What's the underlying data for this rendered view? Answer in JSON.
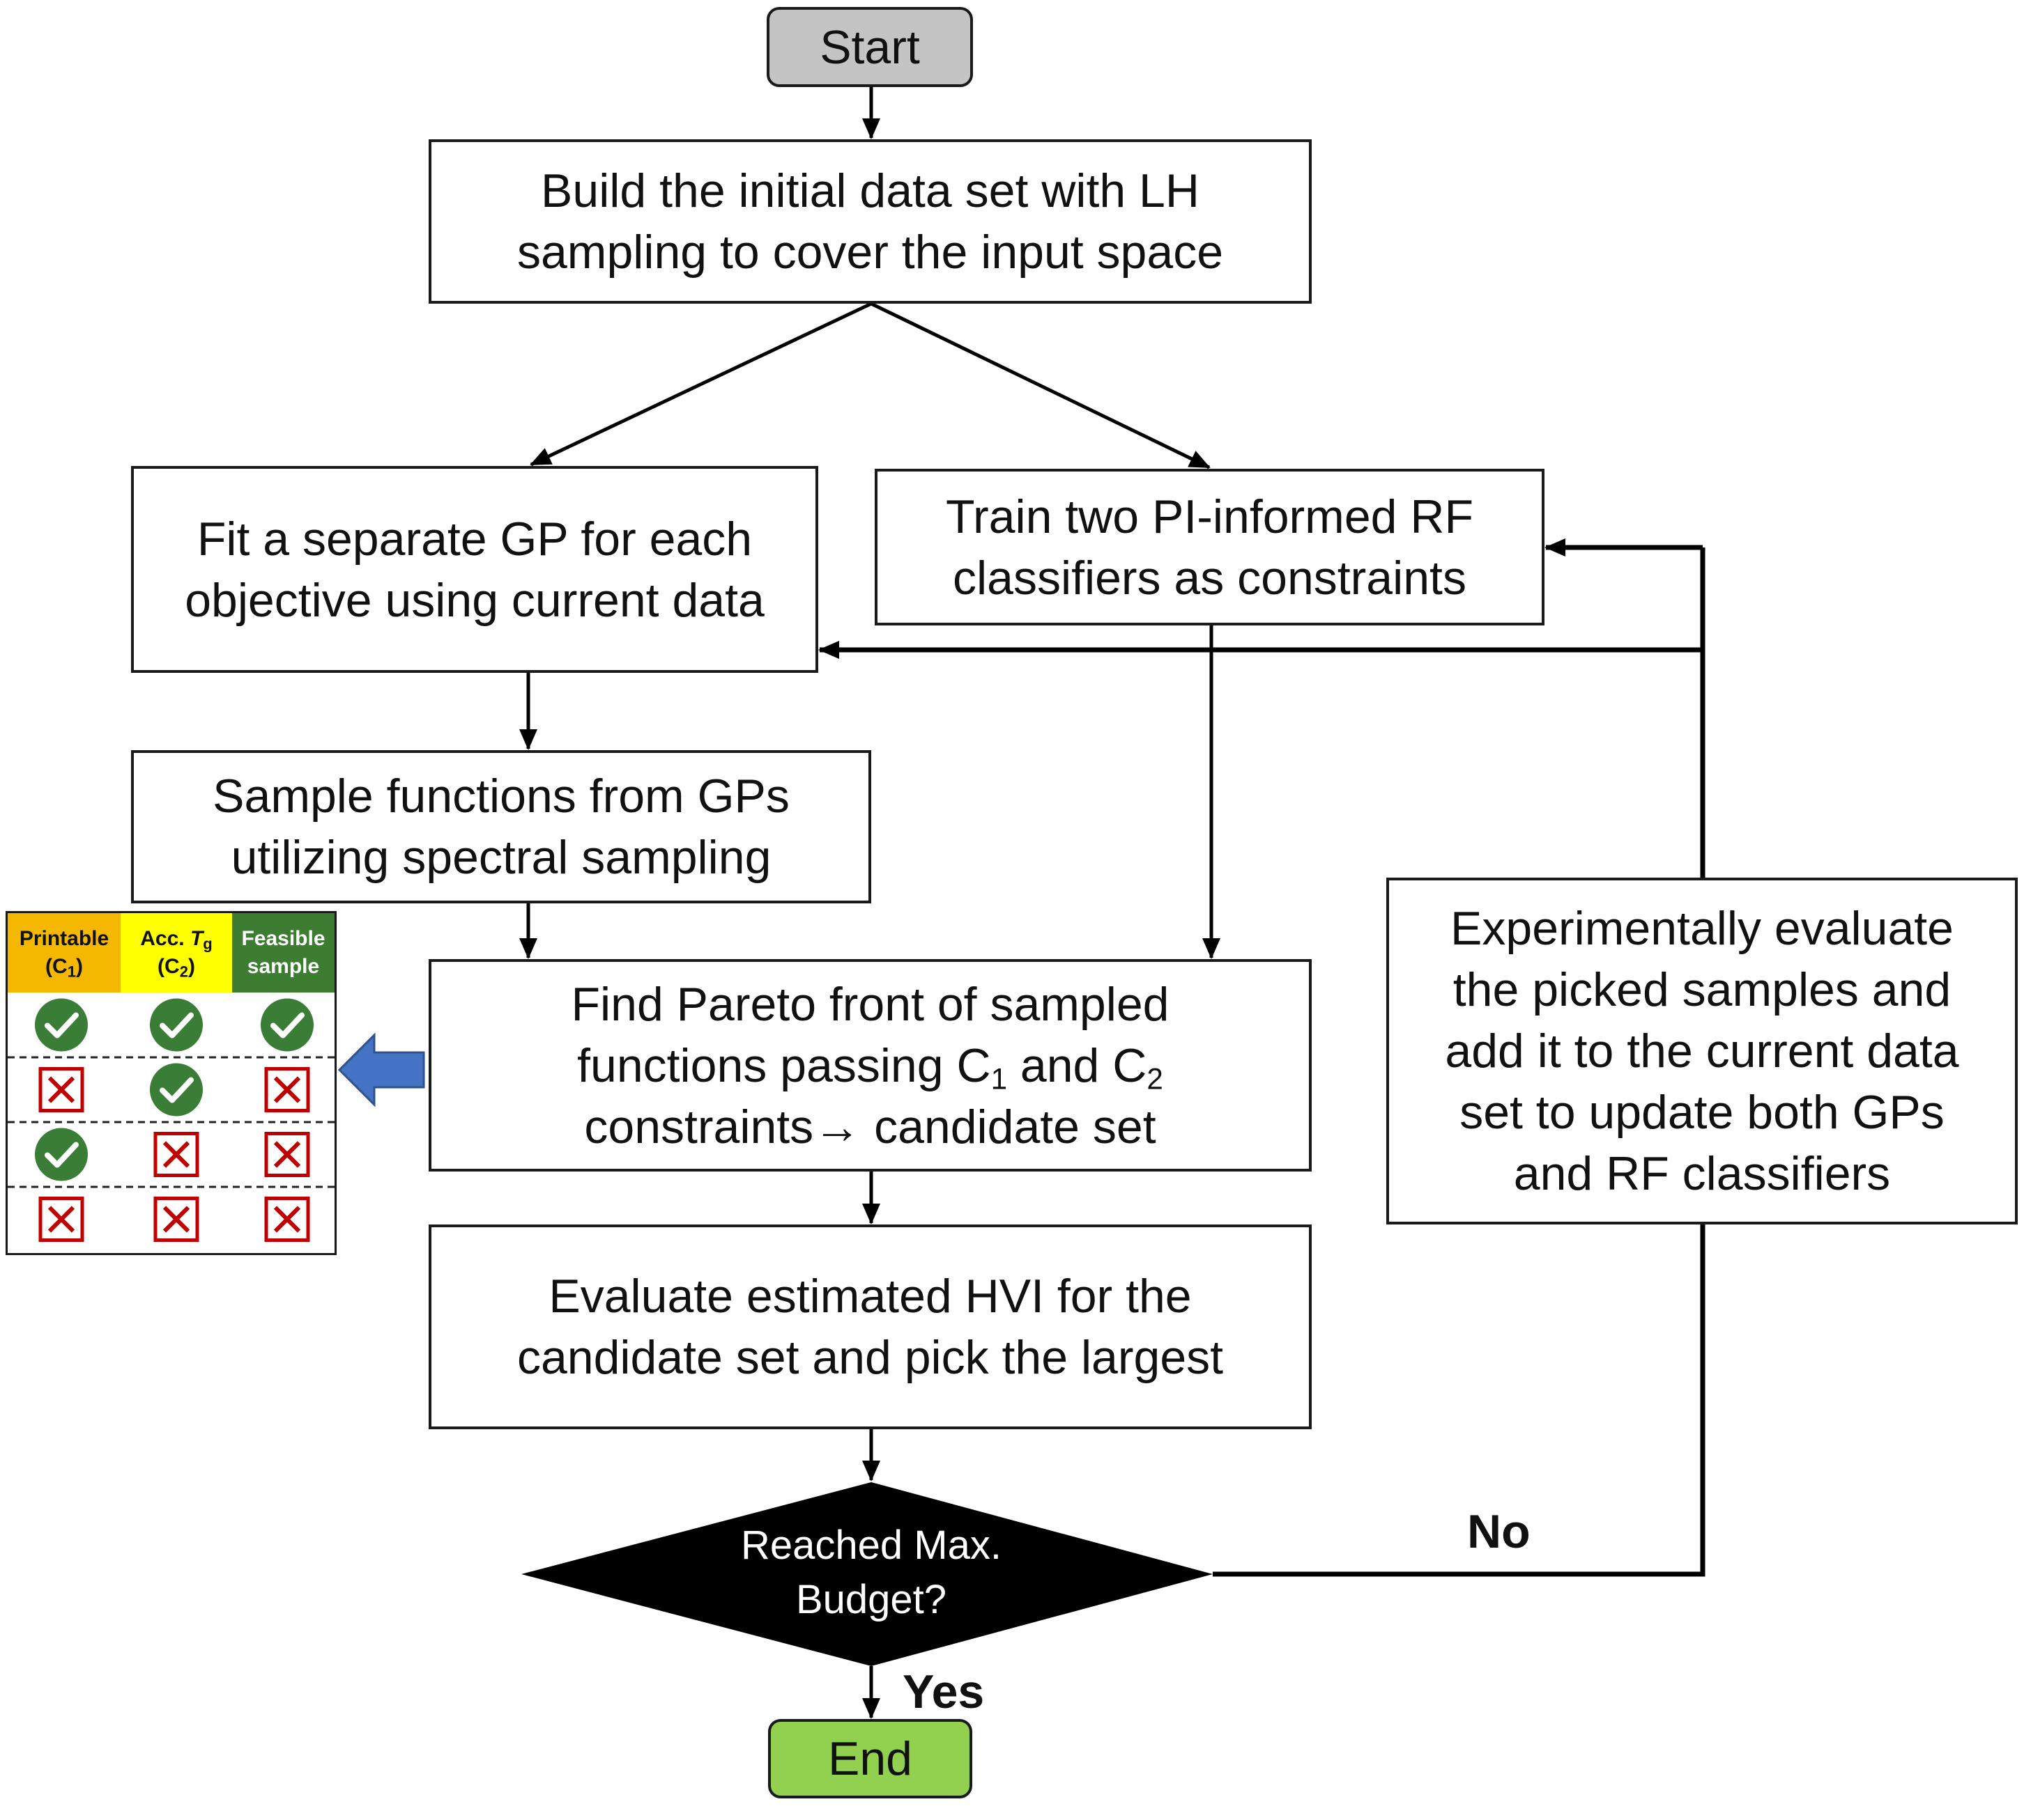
{
  "colors": {
    "start_fill": "#c4c4c4",
    "end_fill": "#92d050",
    "decision_fill": "#000000",
    "check_fill": "#3a7d36",
    "cross_color": "#c00000",
    "arrow_fill": "#4472c4",
    "printable_header": "#f5b800",
    "acc_header": "#ffff00",
    "feasible_header": "#3c7d32"
  },
  "nodes": {
    "start": "Start",
    "end": "End",
    "build": [
      "Build the initial data set with LH",
      "sampling to cover the input space"
    ],
    "fit_gp": [
      "Fit a separate GP for each",
      "objective using current data"
    ],
    "train_rf": [
      "Train two PI-informed RF",
      "classifiers as constraints"
    ],
    "sample_fn": [
      "Sample functions from GPs",
      "utilizing spectral sampling"
    ],
    "pareto": {
      "line1": "Find Pareto front of sampled",
      "line2_pre": "functions passing C",
      "sub1": "1",
      "line2_mid": " and C",
      "sub2": "2",
      "line3": "constraints→ candidate set"
    },
    "hvi": [
      "Evaluate estimated HVI for the",
      "candidate set and pick the largest"
    ],
    "experiment": [
      "Experimentally evaluate",
      "the picked samples and",
      "add it to the current data",
      "set to update both GPs",
      "and RF classifiers"
    ],
    "decision": [
      "Reached Max.",
      "Budget?"
    ]
  },
  "edge_labels": {
    "no": "No",
    "yes": "Yes"
  },
  "constraint_table": {
    "headers": [
      {
        "line1": "Printable",
        "line2": "(C",
        "sub": "1",
        "line2_end": ")"
      },
      {
        "line1_pre": "Acc. ",
        "line1_var": "T",
        "line1_sub": "g",
        "line2": "(C",
        "sub": "2",
        "line2_end": ")"
      },
      {
        "line1": "Feasible",
        "line2": "sample"
      }
    ],
    "rows": [
      [
        "check-icon",
        "check-icon",
        "check-icon"
      ],
      [
        "cross-icon",
        "check-icon",
        "cross-icon"
      ],
      [
        "check-icon",
        "cross-icon",
        "cross-icon"
      ],
      [
        "cross-icon",
        "cross-icon",
        "cross-icon"
      ]
    ]
  }
}
